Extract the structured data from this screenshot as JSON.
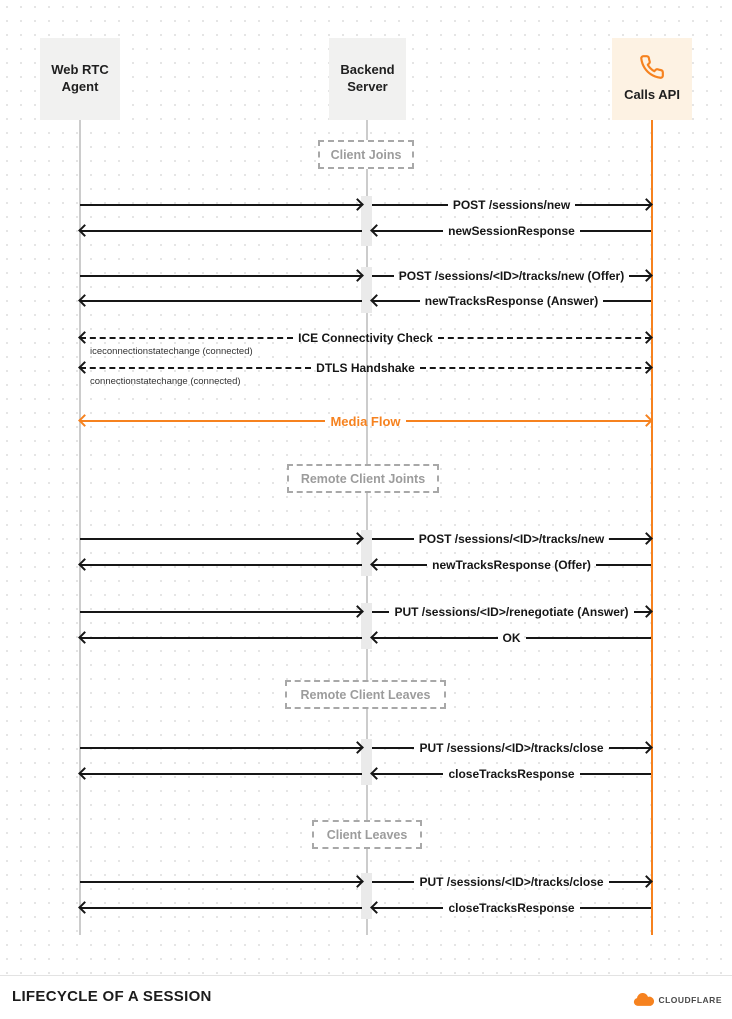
{
  "diagram": {
    "actors": {
      "agent": "Web RTC Agent",
      "backend": "Backend Server",
      "calls": "Calls API"
    },
    "groups": {
      "client_joins": "Client Joins",
      "remote_client_joins": "Remote Client Joints",
      "remote_client_leaves": "Remote Client Leaves",
      "client_leaves": "Client Leaves"
    },
    "messages": {
      "post_sessions_new": "POST /sessions/new",
      "new_session_response": "newSessionResponse",
      "post_tracks_new_offer": "POST /sessions/<ID>/tracks/new (Offer)",
      "new_tracks_response_answer": "newTracksResponse (Answer)",
      "ice_check": "ICE Connectivity Check",
      "dtls_handshake": "DTLS Handshake",
      "media_flow": "Media Flow",
      "post_tracks_new": "POST /sessions/<ID>/tracks/new",
      "new_tracks_response_offer": "newTracksResponse (Offer)",
      "put_renegotiate_answer": "PUT /sessions/<ID>/renegotiate (Answer)",
      "ok": "OK",
      "put_tracks_close": "PUT /sessions/<ID>/tracks/close",
      "close_tracks_response": "closeTracksResponse"
    },
    "notes": {
      "ice_state": "iceconnectionstatechange (connected)",
      "connection_state": "connectionstatechange (connected)"
    }
  },
  "footer": {
    "title": "LIFECYCLE OF A SESSION",
    "brand": "CLOUDFLARE"
  },
  "colors": {
    "accent_orange": "#f6821f",
    "arrow_black": "#161616",
    "lifeline_gray": "#cccccc",
    "actor_gray_bg": "#f1f1f0",
    "calls_api_bg": "#fdf2e3"
  }
}
